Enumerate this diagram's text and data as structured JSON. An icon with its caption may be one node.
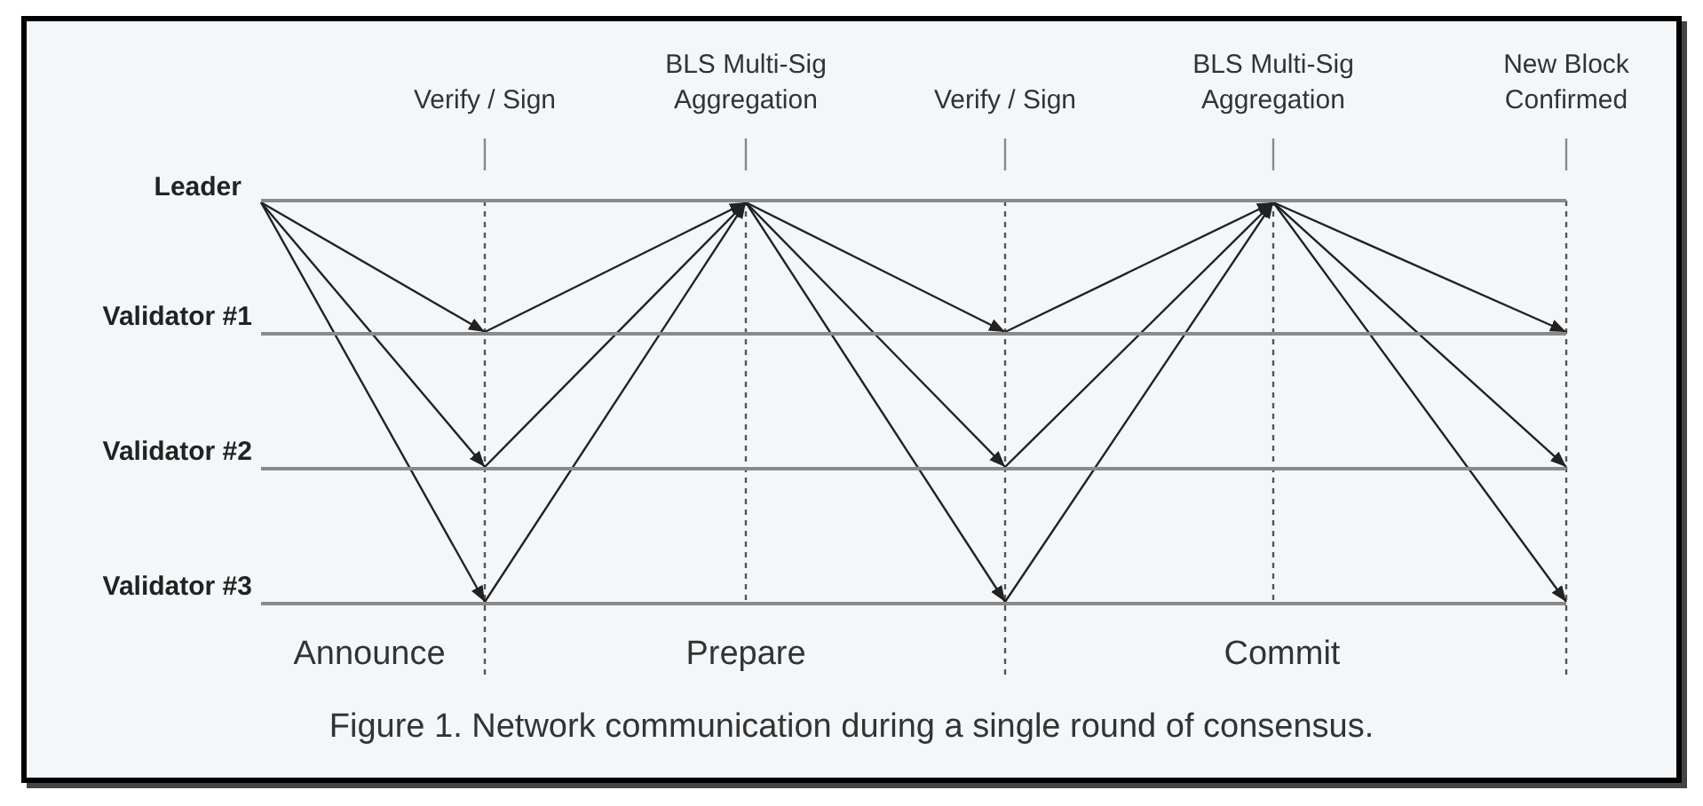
{
  "diagram": {
    "caption": "Figure 1. Network communication during a single round of consensus.",
    "nodes": [
      {
        "text": [],
        "shape": "line",
        "beside": [
          "Leader"
        ]
      },
      {
        "text": [],
        "shape": "line",
        "beside": [
          "Validator #1"
        ]
      },
      {
        "text": [],
        "shape": "line",
        "beside": [
          "Validator #2"
        ]
      },
      {
        "text": [],
        "shape": "line",
        "beside": [
          "Validator #3"
        ]
      }
    ],
    "edges": [
      {
        "from": 0,
        "to": 1,
        "arrow": "to"
      },
      {
        "from": 0,
        "to": 2,
        "arrow": "to"
      },
      {
        "from": 0,
        "to": 3,
        "arrow": "to"
      },
      {
        "from": 1,
        "to": 0,
        "arrow": "to"
      },
      {
        "from": 2,
        "to": 0,
        "arrow": "to"
      },
      {
        "from": 3,
        "to": 0,
        "arrow": "to"
      },
      {
        "from": 0,
        "to": 1,
        "arrow": "to"
      },
      {
        "from": 0,
        "to": 2,
        "arrow": "to"
      },
      {
        "from": 0,
        "to": 3,
        "arrow": "to"
      },
      {
        "from": 1,
        "to": 0,
        "arrow": "to"
      },
      {
        "from": 2,
        "to": 0,
        "arrow": "to"
      },
      {
        "from": 3,
        "to": 0,
        "arrow": "to"
      },
      {
        "from": 0,
        "to": 1,
        "arrow": "to"
      },
      {
        "from": 0,
        "to": 2,
        "arrow": "to"
      },
      {
        "from": 0,
        "to": 3,
        "arrow": "to"
      }
    ],
    "labels": [
      "Verify / Sign",
      "BLS Multi-Sig Aggregation",
      "Verify / Sign",
      "BLS Multi-Sig Aggregation",
      "New Block Confirmed",
      "Announce",
      "Prepare",
      "Commit"
    ]
  }
}
